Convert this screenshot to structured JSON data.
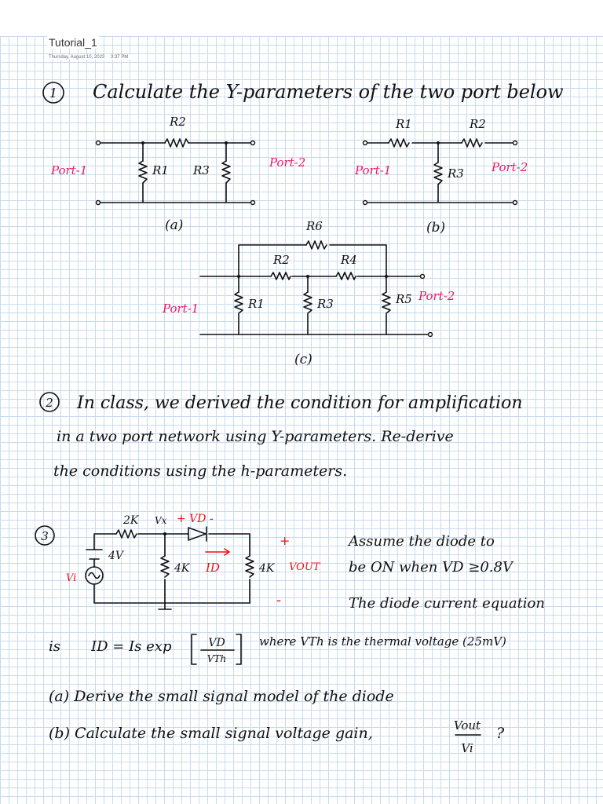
{
  "note": {
    "title": "Tutorial_1",
    "date": "Thursday, August 10, 2023",
    "time": "3:37 PM"
  },
  "q1": {
    "number": "1",
    "text": "Calculate the Y-parameters of the two port below",
    "circuit_a": {
      "label": "(a)",
      "r_top": "R2",
      "r_left": "R1",
      "r_right": "R3",
      "port1": "Port-1",
      "port2": "Port-2"
    },
    "circuit_b": {
      "label": "(b)",
      "r1": "R1",
      "r2": "R2",
      "r3": "R3",
      "port1": "Port-1",
      "port2": "Port-2"
    },
    "circuit_c": {
      "label": "(c)",
      "r6": "R6",
      "r2": "R2",
      "r4": "R4",
      "r1": "R1",
      "r3": "R3",
      "r5": "R5",
      "port1": "Port-1",
      "port2": "Port-2"
    }
  },
  "q2": {
    "number": "2",
    "line1": "In class, we derived the condition for amplification",
    "line2": "in a two port network using Y-parameters. Re-derive",
    "line3": "the conditions using the h-parameters."
  },
  "q3": {
    "number": "3",
    "circuit": {
      "r_series": "2K",
      "vx": "Vx",
      "vd_label": "+ VD -",
      "dc_source": "4V",
      "vi": "Vi",
      "r_shunt1": "4K",
      "id_label": "ID",
      "r_shunt2": "4K",
      "vout": "VOUT",
      "plus": "+",
      "minus": "-"
    },
    "assume1": "Assume the diode to",
    "assume2": "be ON when VD ≥0.8V",
    "assume3": "The diode current equation",
    "eq_prefix": "is",
    "eq_lhs": "ID = Is exp",
    "eq_num": "VD",
    "eq_den": "VTh",
    "eq_note": "where VTh is the thermal voltage (25mV)",
    "part_a": "(a) Derive the small signal model of the diode",
    "part_b": "(b) Calculate the small signal voltage gain,",
    "gain_num": "Vout",
    "gain_den": "Vi",
    "gain_q": "?"
  },
  "colors": {
    "ink": "#111111",
    "port_pink": "#e8186a",
    "annotation_red": "#ee1111",
    "grid": "#c9dbef"
  }
}
